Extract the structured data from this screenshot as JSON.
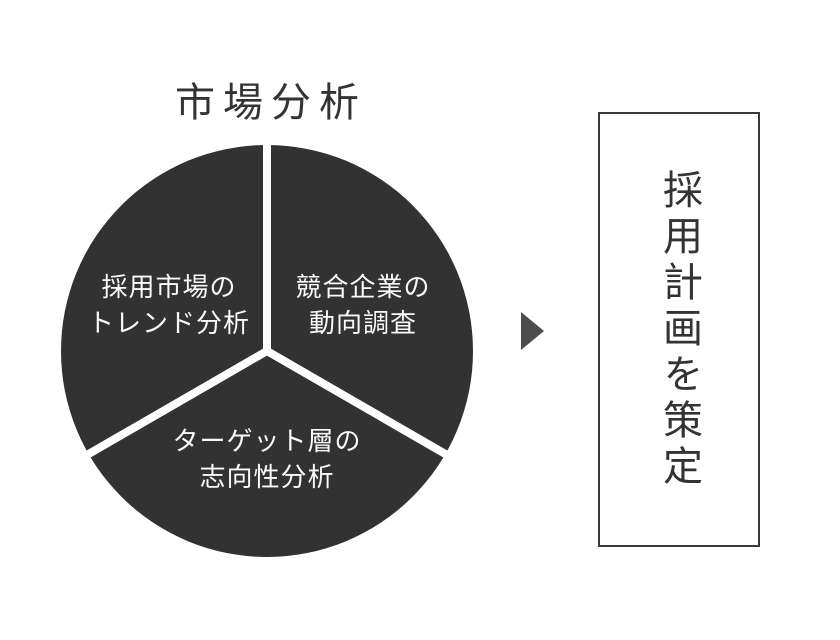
{
  "title": "市場分析",
  "pie": {
    "fill_color": "#323232",
    "divider_color": "#ffffff",
    "label_color": "#fafafa",
    "segments": [
      {
        "id": "left",
        "lines": [
          "採用市場の",
          "トレンド分析"
        ]
      },
      {
        "id": "right",
        "lines": [
          "競合企業の",
          "動向調査"
        ]
      },
      {
        "id": "bottom",
        "lines": [
          "ターゲット層の",
          "志向性分析"
        ]
      }
    ]
  },
  "arrow": {
    "direction": "right",
    "color": "#4d4d4d"
  },
  "result_box": {
    "text": "採用計画を策定",
    "border_color": "#3a3a3a",
    "text_color": "#333333"
  },
  "colors": {
    "background": "#ffffff",
    "title_text": "#333333"
  }
}
